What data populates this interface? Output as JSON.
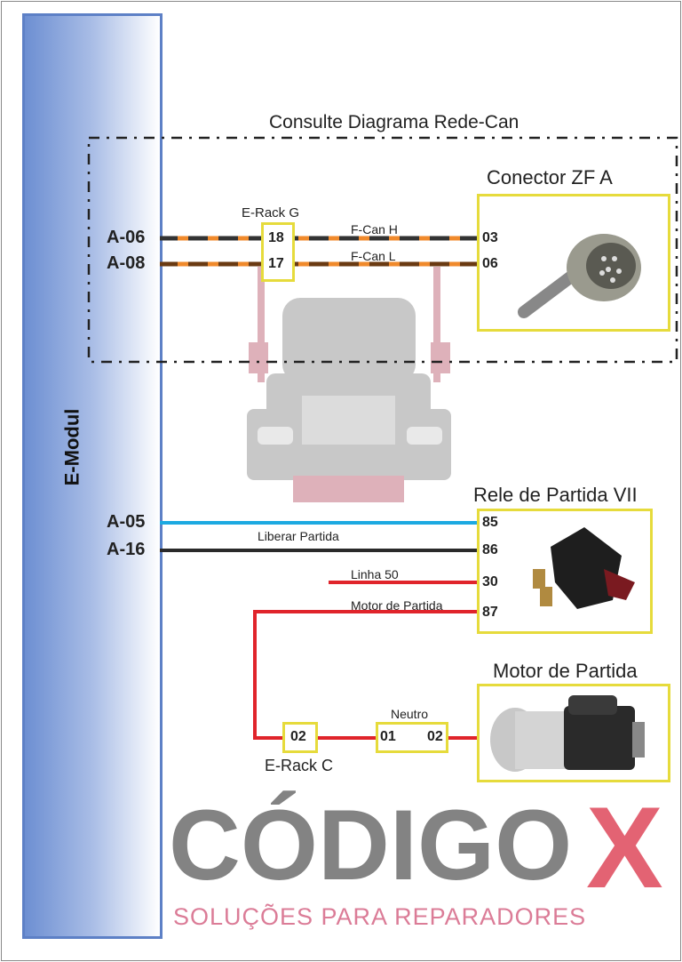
{
  "module": {
    "label": "E-Modul"
  },
  "can_section": {
    "title": "Consulte Diagrama Rede-Can",
    "connector_title": "Conector ZF A",
    "rack_label": "E-Rack G",
    "wires": [
      {
        "pin": "A-06",
        "rack_pin": "18",
        "signal": "F-Can H",
        "connector_pin": "03"
      },
      {
        "pin": "A-08",
        "rack_pin": "17",
        "signal": "F-Can L",
        "connector_pin": "06"
      }
    ]
  },
  "relay_section": {
    "title": "Rele de Partida VII",
    "wires": [
      {
        "pin": "A-05",
        "relay_pin": "85",
        "color": "#1ca9e1"
      },
      {
        "pin": "A-16",
        "label": "Liberar Partida",
        "relay_pin": "86",
        "color": "#2a2a2a"
      },
      {
        "label": "Linha 50",
        "relay_pin": "30",
        "color": "#e0242b"
      },
      {
        "label": "Motor de Partida",
        "relay_pin": "87",
        "color": "#e0242b"
      }
    ]
  },
  "starter_section": {
    "title": "Motor de Partida",
    "rack_label": "E-Rack C",
    "rack_pin": "02",
    "neutral_label": "Neutro",
    "neutral_pins": [
      "01",
      "02"
    ]
  },
  "watermark": {
    "brand": "CÓDIGO",
    "brand_x": "X",
    "tagline": "SOLUÇÕES PARA REPARADORES"
  }
}
